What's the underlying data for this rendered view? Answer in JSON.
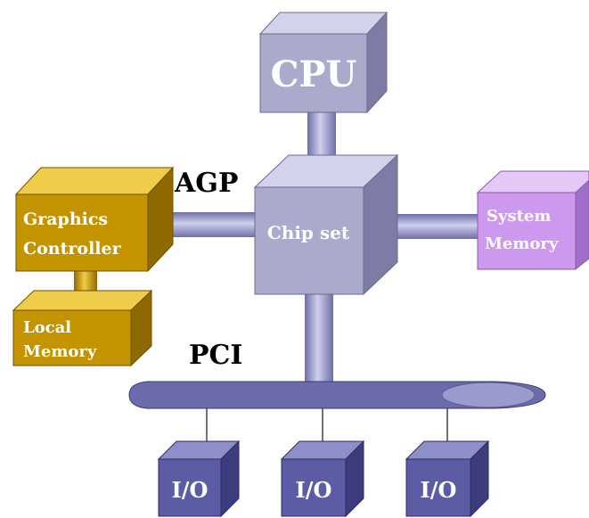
{
  "labels": {
    "cpu": "CPU",
    "chipset": "Chip set",
    "graphics_line1": "Graphics",
    "graphics_line2": "Controller",
    "local_line1": "Local",
    "local_line2": "Memory",
    "system_line1": "System",
    "system_line2": "Memory",
    "agp": "AGP",
    "pci": "PCI",
    "io_1": "I/O",
    "io_2": "I/O",
    "io_3": "I/O"
  },
  "colors": {
    "cpu_chipset_front": "#aaaacc",
    "cpu_chipset_top": "#d2d2ea",
    "cpu_chipset_side": "#7c7ca6",
    "graphics_front": "#c39400",
    "graphics_top": "#efcc4a",
    "graphics_side": "#8e6a00",
    "sysmem_front": "#cc99ee",
    "sysmem_top": "#e6c8f6",
    "sysmem_side": "#a06ec8",
    "io_front": "#5c5ca6",
    "io_top": "#8e8ec8",
    "io_side": "#3c3c7e",
    "pipe": "#9a9acc",
    "pci_bus": "#6c6cac"
  }
}
